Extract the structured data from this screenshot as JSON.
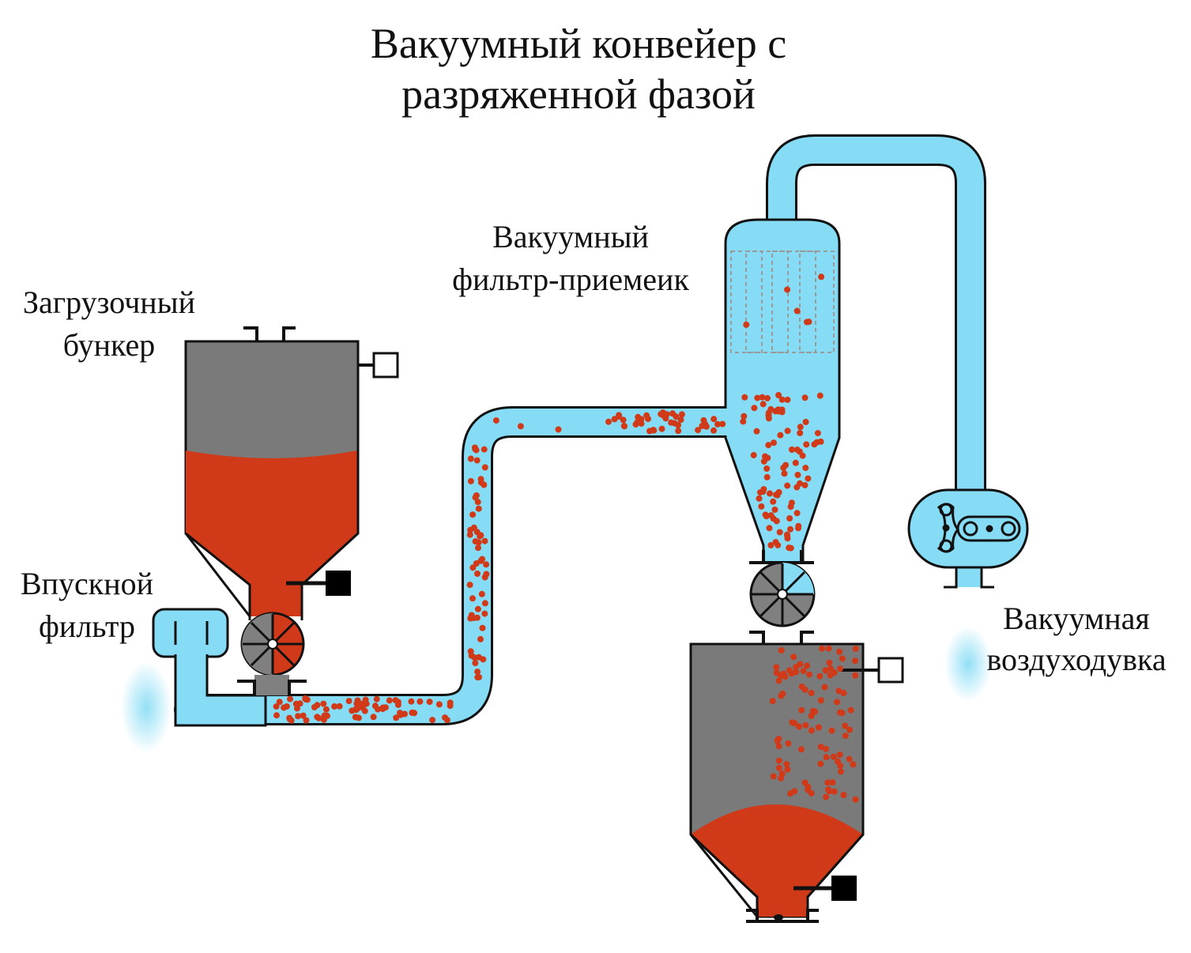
{
  "title": {
    "line1": "Вакуумный конвейер с",
    "line2": "разряженной фазой"
  },
  "labels": {
    "loading_hopper": {
      "line1": "Загрузочный",
      "line2": "бункер"
    },
    "inlet_filter": {
      "line1": "Впускной",
      "line2": "фильтр"
    },
    "vacuum_receiver": {
      "line1": "Вакуумный",
      "line2": "фильтр-приемеик"
    },
    "vacuum_blower": {
      "line1": "Вакуумная",
      "line2": "воздуходувка"
    }
  },
  "colors": {
    "pipe": "#86dcf5",
    "outline": "#111111",
    "hopper_gray": "#7a7a7a",
    "material": "#d03a18",
    "valve_gray": "#808080",
    "actuator": "#000000",
    "background": "#ffffff"
  },
  "icons": {
    "rotary_valve": "rotary-valve-icon",
    "blower": "roots-blower-icon",
    "level_sensor": "level-sensor-icon",
    "actuator": "actuator-icon"
  }
}
